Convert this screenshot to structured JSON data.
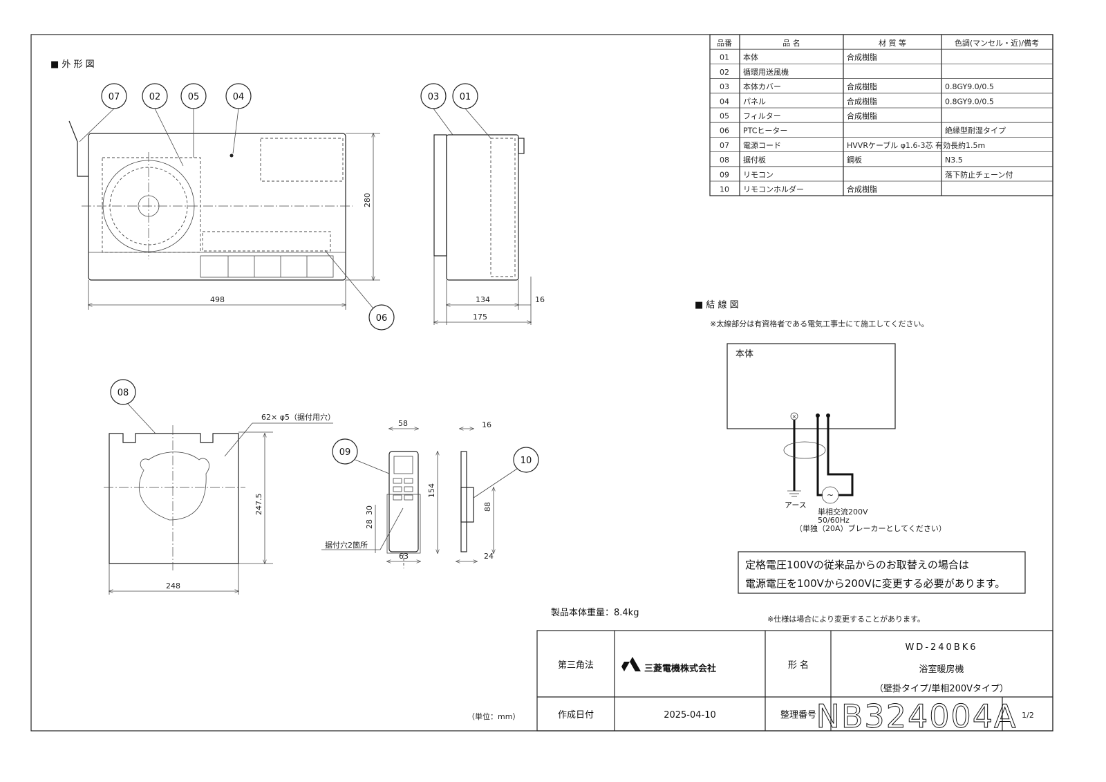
{
  "outline_section": {
    "title": "■ 外 形 図"
  },
  "callouts": [
    "07",
    "02",
    "05",
    "04",
    "03",
    "01",
    "06",
    "08",
    "09",
    "10"
  ],
  "dimensions": {
    "width": "498",
    "height": "280",
    "depth": "134",
    "flange": "16",
    "total_depth": "175",
    "plate_width": "248",
    "plate_height": "247.5",
    "plate_holes": "62× φ5（据付用穴）",
    "remote_width": "58",
    "remote_height": "154",
    "remote_depth": "16",
    "holder_height": "88",
    "holder_depth": "24",
    "holder_width": "63",
    "hole_28": "28",
    "hole_30": "30",
    "holder_holes": "据付穴2箇所"
  },
  "parts_table": {
    "headers": [
      "品番",
      "品 名",
      "材 質 等",
      "色調(マンセル・近)/備考"
    ],
    "rows": [
      [
        "01",
        "本体",
        "合成樹脂",
        ""
      ],
      [
        "02",
        "循環用送風機",
        "",
        ""
      ],
      [
        "03",
        "本体カバー",
        "合成樹脂",
        "0.8GY9.0/0.5"
      ],
      [
        "04",
        "パネル",
        "合成樹脂",
        "0.8GY9.0/0.5"
      ],
      [
        "05",
        "フィルター",
        "合成樹脂",
        ""
      ],
      [
        "06",
        "PTCヒーター",
        "",
        "絶縁型耐湿タイプ"
      ],
      [
        "07",
        "電源コード",
        "HVVRケーブル φ1.6-3芯 有効長約1.5m",
        ""
      ],
      [
        "08",
        "据付板",
        "鋼板",
        "N3.5"
      ],
      [
        "09",
        "リモコン",
        "",
        "落下防止チェーン付"
      ],
      [
        "10",
        "リモコンホルダー",
        "合成樹脂",
        ""
      ]
    ]
  },
  "wiring": {
    "title": "■ 結 線 図",
    "note": "※太線部分は有資格者である電気工事士にて施工してください。",
    "body_label": "本体",
    "earth_label": "アース",
    "power_line1": "単相交流200V",
    "power_line2": "50/60Hz",
    "power_line3": "（単独（20A）ブレーカーとしてください）"
  },
  "replacement_note": {
    "line1": "定格電圧100Vの従来品からのお取替えの場合は",
    "line2": "電源電圧を100Vから200Vに変更する必要があります。"
  },
  "weight": "製品本体重量：8.4kg",
  "spec_note": "※仕様は場合により変更することがあります。",
  "unit": "（単位：mm）",
  "title_block": {
    "projection": "第三角法",
    "company": "三菱電機株式会社",
    "model_label": "形 名",
    "model": "WD-240BK6",
    "product_name": "浴室暖房機",
    "product_type": "（壁掛タイプ/単相200Vタイプ）",
    "date_label": "作成日付",
    "date": "2025-04-10",
    "doc_no_label": "整理番号",
    "doc_no": "NB324004A",
    "page": "1/2"
  }
}
